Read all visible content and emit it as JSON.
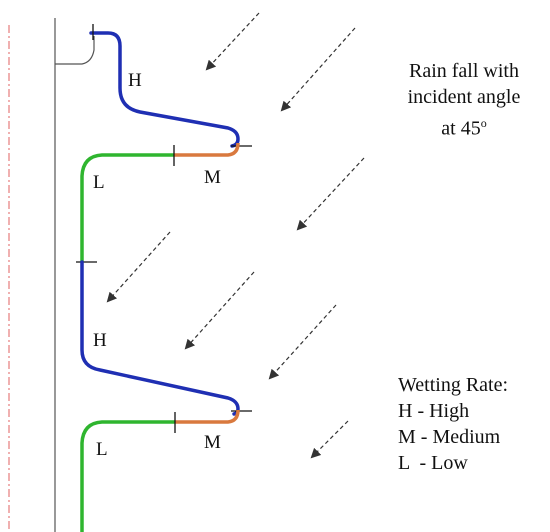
{
  "colors": {
    "high": "#1f2fb3",
    "medium": "#d9793e",
    "low": "#2fb52f",
    "wall": "#555555",
    "reference_line": "#e06060",
    "arrow": "#333333"
  },
  "labels": {
    "upper_high": "H",
    "upper_medium": "M",
    "upper_low": "L",
    "lower_high": "H",
    "lower_medium": "M",
    "lower_low": "L"
  },
  "rain": {
    "line1": "Rain fall with",
    "line2": "incident angle",
    "line3_prefix": "at 45",
    "line3_sup": "o"
  },
  "legend": {
    "title": "Wetting Rate:",
    "high": "H - High",
    "medium": "M - Medium",
    "low": "L  - Low"
  }
}
